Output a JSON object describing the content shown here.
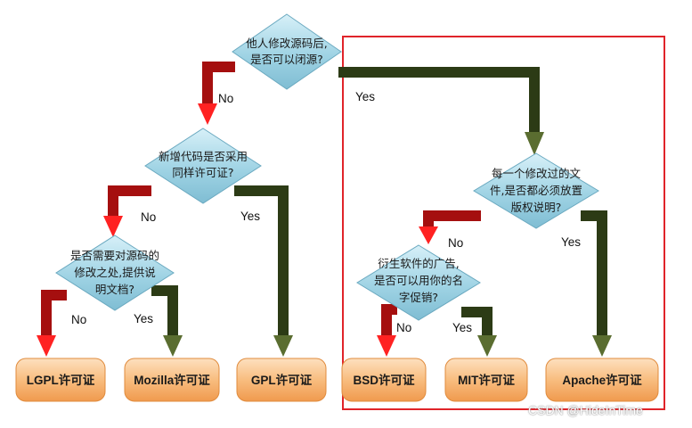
{
  "decisions": {
    "d1": [
      "他人修改源码后,",
      "是否可以闭源?"
    ],
    "d2": [
      "新增代码是否采用",
      "同样许可证?"
    ],
    "d3": [
      "是否需要对源码的",
      "修改之处,提供说",
      "明文档?"
    ],
    "d4": [
      "每一个修改过的文",
      "件,是否都必须放置",
      "版权说明?"
    ],
    "d5": [
      "衍生软件的广告,",
      "是否可以用你的名",
      "字促销?"
    ]
  },
  "labels": {
    "yes": "Yes",
    "no": "No"
  },
  "licenses": {
    "lgpl": "LGPL许可证",
    "mozilla": "Mozilla许可证",
    "gpl": "GPL许可证",
    "bsd": "BSD许可证",
    "mit": "MIT许可证",
    "apache": "Apache许可证"
  },
  "watermark": "CSDN @HideInTime",
  "colors": {
    "no_arrow": "#cc1111",
    "yes_arrow": "#3a4a1e",
    "diamond": "#9fd3e4",
    "box": "#f6b36e",
    "highlight": "#e0242a"
  }
}
